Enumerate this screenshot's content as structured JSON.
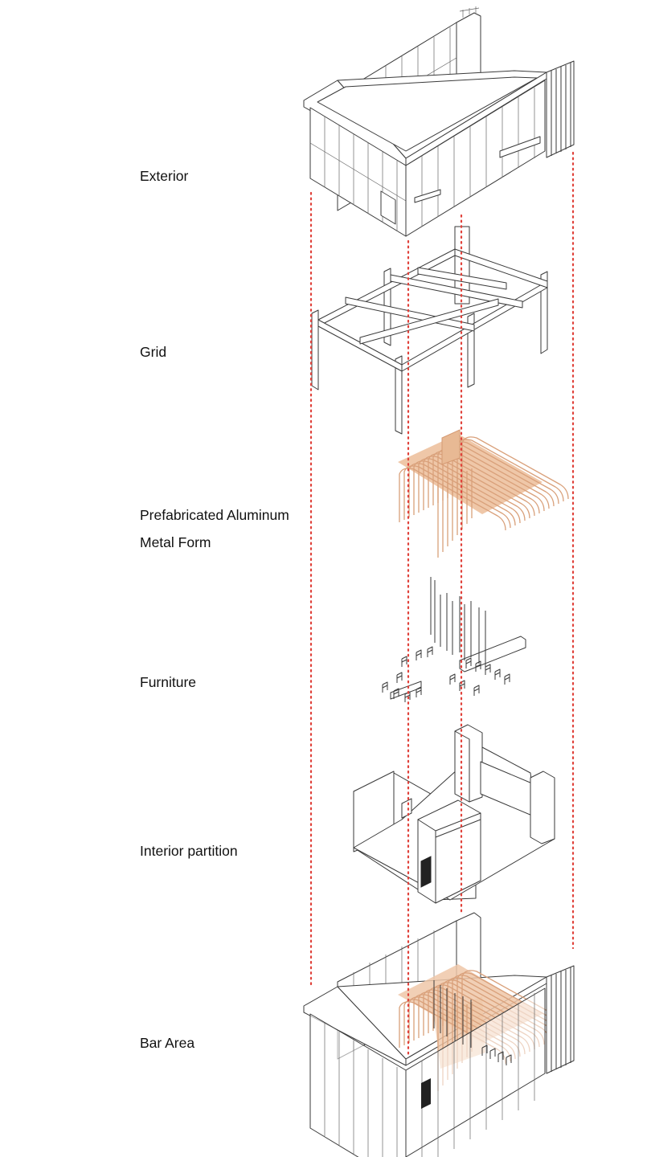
{
  "diagram": {
    "layers": [
      {
        "id": "exterior",
        "label": "Exterior"
      },
      {
        "id": "grid",
        "label": "Grid"
      },
      {
        "id": "aluminum",
        "label_line1": "Prefabricated Aluminum",
        "label_line2": "Metal Form"
      },
      {
        "id": "furniture",
        "label": "Furniture"
      },
      {
        "id": "partition",
        "label": "Interior partition"
      },
      {
        "id": "bar",
        "label": "Bar Area"
      }
    ],
    "colors": {
      "guide": "#e0413a",
      "accent": "#d9a07a",
      "line": "#3a3a3a"
    }
  }
}
